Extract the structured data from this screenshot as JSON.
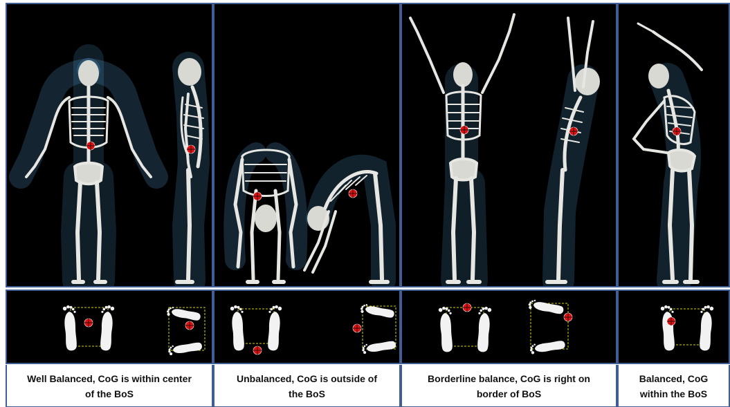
{
  "panels": [
    {
      "caption": "Well Balanced, CoG is within center\nof the BoS"
    },
    {
      "caption": "Unbalanced, CoG is outside of\nthe BoS"
    },
    {
      "caption": "Borderline balance, CoG is right on\nborder of BoS"
    },
    {
      "caption": "Balanced, CoG\nwithin the BoS"
    }
  ],
  "colors": {
    "panel_background": "#000000",
    "panel_border": "#3f5e96",
    "cog_marker": "#e01010",
    "bos_outline": "#d8d800",
    "body_glow": "#5aa9e0",
    "bone": "#e6e6e2",
    "foot": "#f2f2f2"
  }
}
